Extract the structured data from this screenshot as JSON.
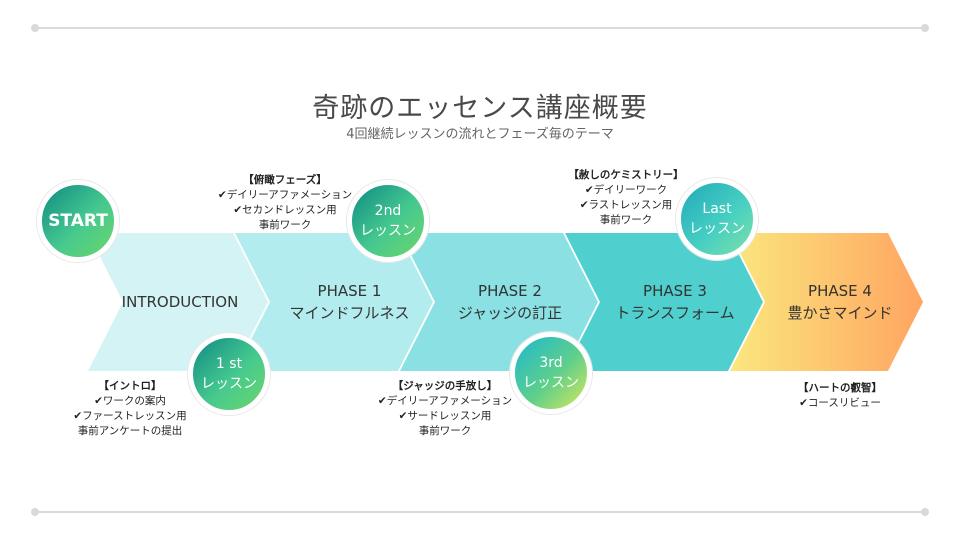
{
  "title": "奇跡のエッセンス講座概要",
  "subtitle": "4回継続レッスンの流れとフェーズ毎のテーマ",
  "phases": [
    {
      "line1": "INTRODUCTION",
      "line2": "",
      "color": "#d3f3f4"
    },
    {
      "line1": "PHASE 1",
      "line2": "マインドフルネス",
      "color": "#b2ecee"
    },
    {
      "line1": "PHASE 2",
      "line2": "ジャッジの訂正",
      "color": "#8ae0e2"
    },
    {
      "line1": "PHASE 3",
      "line2": "トランスフォーム",
      "color": "#4fd0cf"
    },
    {
      "line1": "PHASE 4",
      "line2": "豊かさマインド",
      "color_start": "#fbe77e",
      "color_end": "#ffa561"
    }
  ],
  "circles": {
    "start": {
      "label": "START"
    },
    "first": {
      "line1": "1 st",
      "line2": "レッスン"
    },
    "second": {
      "line1": "2nd",
      "line2": "レッスン"
    },
    "third": {
      "line1": "3rd",
      "line2": "レッスン"
    },
    "last": {
      "line1": "Last",
      "line2": "レッスン"
    }
  },
  "notes": {
    "intro": {
      "head": "【イントロ】",
      "lines": [
        "✔ワークの案内",
        "✔ファーストレッスン用",
        "事前アンケートの提出"
      ]
    },
    "phase1": {
      "head": "【俯瞰フェーズ】",
      "lines": [
        "✔デイリーアファメーション",
        "✔セカンドレッスン用",
        "事前ワーク"
      ]
    },
    "phase2": {
      "head": "【ジャッジの手放し】",
      "lines": [
        "✔デイリーアファメーション",
        "✔サードレッスン用",
        "事前ワーク"
      ]
    },
    "phase3": {
      "head": "【赦しのケミストリー】",
      "lines": [
        "✔デイリーワーク",
        "✔ラストレッスン用",
        "事前ワーク"
      ]
    },
    "phase4": {
      "head": "【ハートの叡智】",
      "lines": [
        "✔コースリビュー"
      ]
    }
  }
}
